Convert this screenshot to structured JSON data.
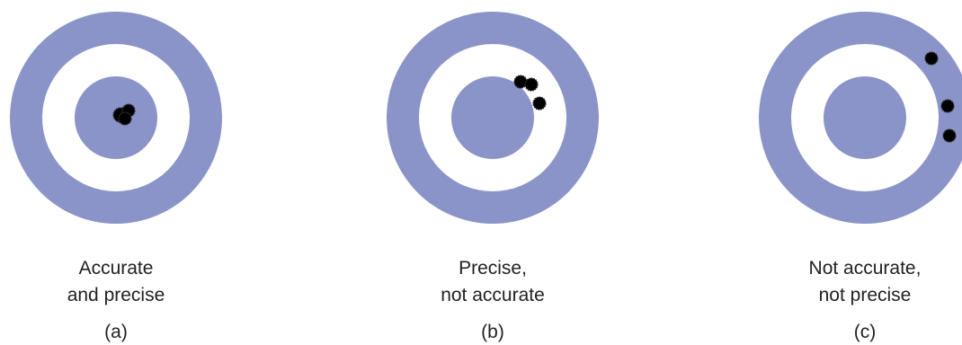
{
  "colors": {
    "ring": "#8b94c9",
    "background": "#ffffff",
    "hole": "#000000"
  },
  "panels": [
    {
      "caption": [
        "Accurate",
        "and precise"
      ],
      "label": "(a)"
    },
    {
      "caption": [
        "Precise,",
        "not accurate"
      ],
      "label": "(b)"
    },
    {
      "caption": [
        "Not accurate,",
        "not precise"
      ],
      "label": "(c)"
    }
  ]
}
